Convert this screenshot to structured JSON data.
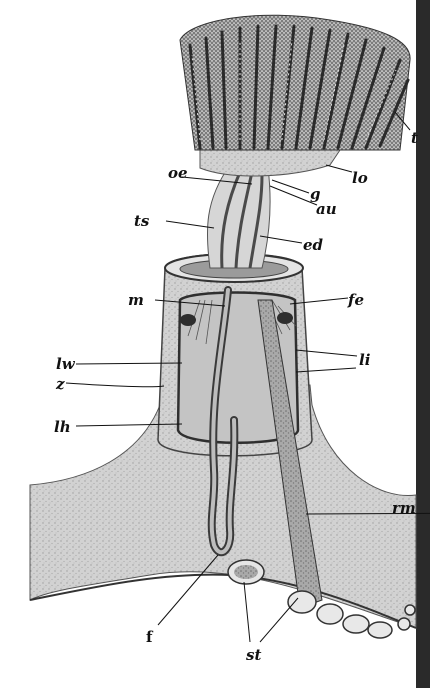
{
  "figure": {
    "labels": {
      "t": "t",
      "lo": "lo",
      "oe": "oe",
      "g": "g",
      "au": "au",
      "ts": "ts",
      "ed": "ed",
      "m": "m",
      "fe": "fe",
      "lw": "lw",
      "li": "li",
      "z": "z",
      "lh": "lh",
      "rm": "rm",
      "f": "f",
      "st": "st"
    },
    "colors": {
      "paper": "#ffffff",
      "ink": "#111111",
      "tissue": "#cfcfcf",
      "tissue_dark": "#9a9a9a",
      "shadow": "#3a3a3a"
    }
  }
}
